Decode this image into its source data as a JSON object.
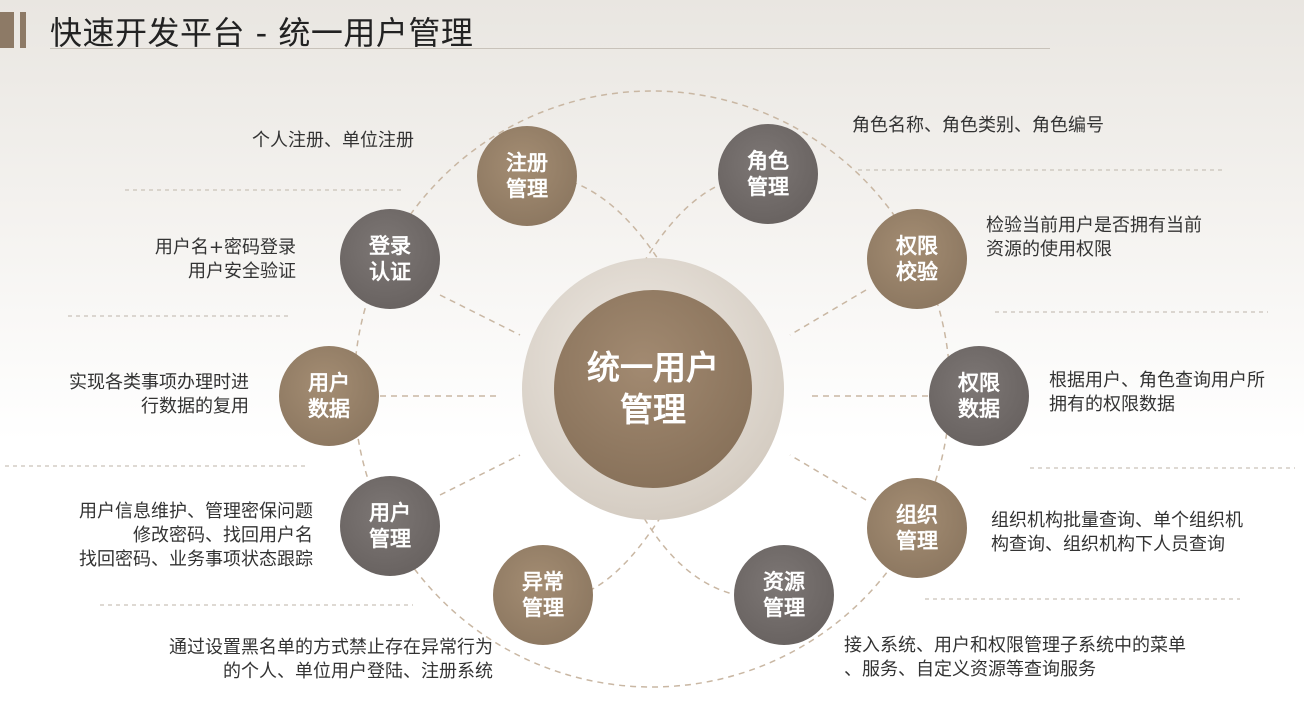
{
  "header": {
    "title": "快速开发平台 - 统一用户管理"
  },
  "center": {
    "line1": "统一用户",
    "line2": "管理"
  },
  "nodes": {
    "register": {
      "line1": "注册",
      "line2": "管理",
      "desc": [
        "个人注册、单位注册"
      ]
    },
    "login": {
      "line1": "登录",
      "line2": "认证",
      "desc": [
        "用户名+密码登录",
        "用户安全验证"
      ]
    },
    "userdata": {
      "line1": "用户",
      "line2": "数据",
      "desc": [
        "实现各类事项办理时进",
        "行数据的复用"
      ]
    },
    "usermgmt": {
      "line1": "用户",
      "line2": "管理",
      "desc": [
        "用户信息维护、管理密保问题",
        "修改密码、找回用户名",
        "找回密码、业务事项状态跟踪"
      ]
    },
    "exception": {
      "line1": "异常",
      "line2": "管理",
      "desc": [
        "通过设置黑名单的方式禁止存在异常行为",
        "的个人、单位用户登陆、注册系统"
      ]
    },
    "role": {
      "line1": "角色",
      "line2": "管理",
      "desc": [
        "角色名称、角色类别、角色编号"
      ]
    },
    "permcheck": {
      "line1": "权限",
      "line2": "校验",
      "desc": [
        "检验当前用户是否拥有当前",
        "资源的使用权限"
      ]
    },
    "permdata": {
      "line1": "权限",
      "line2": "数据",
      "desc": [
        "根据用户、角色查询用户所",
        "拥有的权限数据"
      ]
    },
    "org": {
      "line1": "组织",
      "line2": "管理",
      "desc": [
        "组织机构批量查询、单个组织机",
        "构查询、组织机构下人员查询"
      ]
    },
    "resource": {
      "line1": "资源",
      "line2": "管理",
      "desc": [
        "接入系统、用户和权限管理子系统中的菜单",
        "、服务、自定义资源等查询服务"
      ]
    }
  },
  "colors": {
    "brown": "#8d7a66",
    "gray": "#6e6866",
    "dash": "#c9b7a3"
  }
}
